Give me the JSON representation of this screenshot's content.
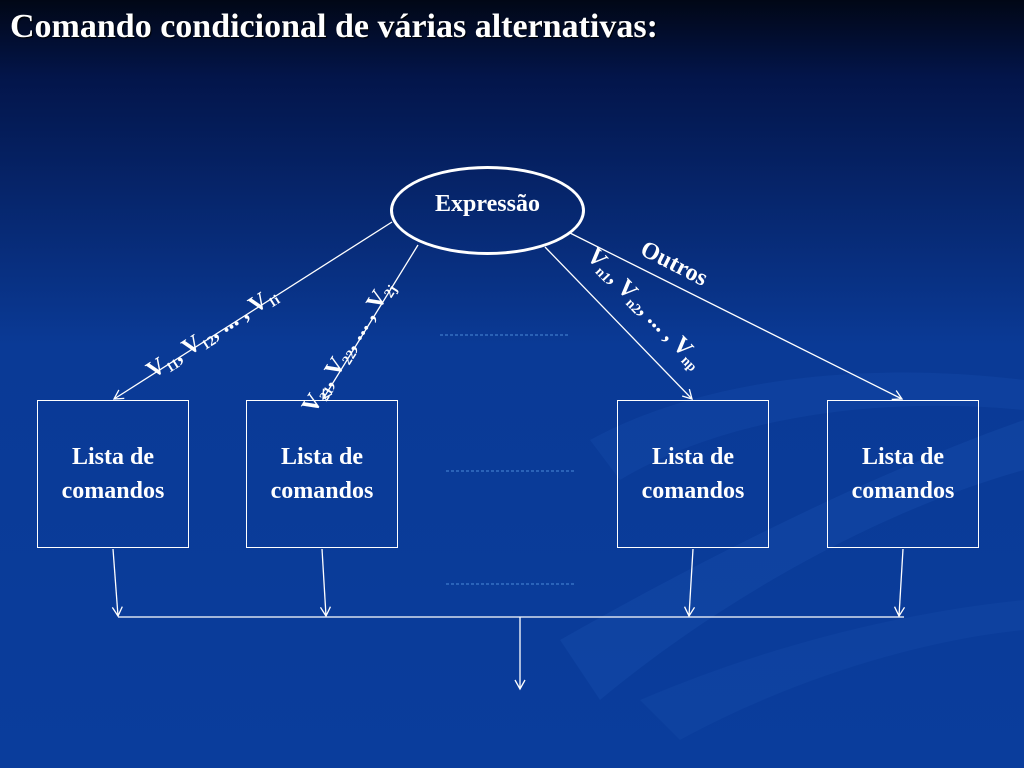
{
  "slide": {
    "title": "Comando condicional de várias alternativas:"
  },
  "diagram": {
    "expression_label": "Expressão",
    "box_line1": "Lista de",
    "box_line2": "comandos",
    "branch_labels": {
      "b1": {
        "v1": "V",
        "s1": "11",
        "sep1": ", ",
        "v2": "V",
        "s2": "12",
        "sep2": ", ... , ",
        "v3": "V",
        "s3": "1i"
      },
      "b2": {
        "v1": "V",
        "s1": "21",
        "sep1": ", ",
        "v2": "V",
        "s2": "22",
        "sep2": ", ... , ",
        "v3": "V",
        "s3": "2j"
      },
      "b3": {
        "v1": "V",
        "s1": "n1",
        "sep1": ", ",
        "v2": "V",
        "s2": "n2",
        "sep2": ", ... , ",
        "v3": "V",
        "s3": "np"
      },
      "outros": "Outros"
    },
    "colors": {
      "line": "#ffffff",
      "dashed": "#4a8ad8",
      "background_top": "#010716",
      "background_bottom": "#0a3d9c"
    }
  }
}
